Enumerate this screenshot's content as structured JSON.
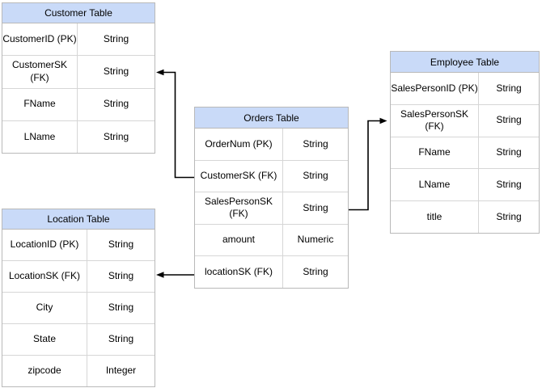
{
  "diagram": {
    "colors": {
      "header_fill": "#c9daf8",
      "border": "#b9b9b9",
      "inner_border": "#d6d6d6",
      "arrow": "#000000",
      "background": "#ffffff"
    },
    "tables": {
      "customer": {
        "title": "Customer Table",
        "rows": [
          {
            "field": "CustomerID (PK)",
            "type": "String"
          },
          {
            "field": "CustomerSK (FK)",
            "type": "String"
          },
          {
            "field": "FName",
            "type": "String"
          },
          {
            "field": "LName",
            "type": "String"
          }
        ]
      },
      "orders": {
        "title": "Orders Table",
        "rows": [
          {
            "field": "OrderNum (PK)",
            "type": "String"
          },
          {
            "field": "CustomerSK (FK)",
            "type": "String"
          },
          {
            "field": "SalesPersonSK (FK)",
            "type": "String"
          },
          {
            "field": "amount",
            "type": "Numeric"
          },
          {
            "field": "locationSK (FK)",
            "type": "String"
          }
        ]
      },
      "employee": {
        "title": "Employee Table",
        "rows": [
          {
            "field": "SalesPersonID (PK)",
            "type": "String"
          },
          {
            "field": "SalesPersonSK (FK)",
            "type": "String"
          },
          {
            "field": "FName",
            "type": "String"
          },
          {
            "field": "LName",
            "type": "String"
          },
          {
            "field": "title",
            "type": "String"
          }
        ]
      },
      "location": {
        "title": "Location Table",
        "rows": [
          {
            "field": "LocationID (PK)",
            "type": "String"
          },
          {
            "field": "LocationSK (FK)",
            "type": "String"
          },
          {
            "field": "City",
            "type": "String"
          },
          {
            "field": "State",
            "type": "String"
          },
          {
            "field": "zipcode",
            "type": "Integer"
          }
        ]
      }
    },
    "relationships": [
      {
        "from": "Orders Table.CustomerSK (FK)",
        "to": "Customer Table.CustomerSK (FK)"
      },
      {
        "from": "Orders Table.SalesPersonSK (FK)",
        "to": "Employee Table.SalesPersonSK (FK)"
      },
      {
        "from": "Orders Table.locationSK (FK)",
        "to": "Location Table.LocationSK (FK)"
      }
    ]
  }
}
